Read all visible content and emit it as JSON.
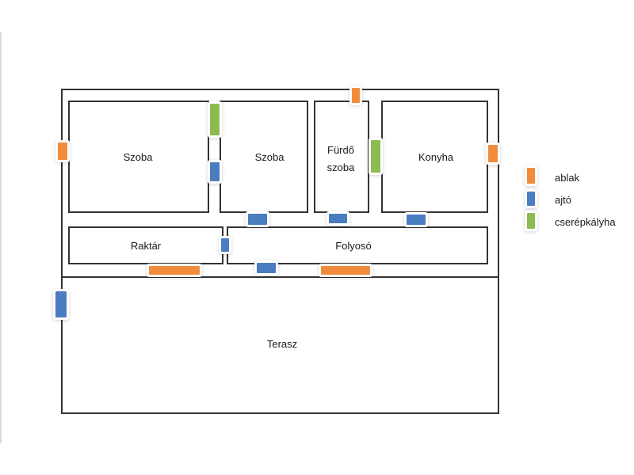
{
  "colors": {
    "window": "#F28C3C",
    "door": "#4A7CC0",
    "stove": "#8DBB4F",
    "wall": "#333333"
  },
  "rooms": {
    "szoba1": "Szoba",
    "szoba2": "Szoba",
    "furdo_line1": "Fürdő",
    "furdo_line2": "szoba",
    "konyha": "Konyha",
    "raktar": "Raktár",
    "folyoso": "Folyosó",
    "terasz": "Terasz"
  },
  "legend": [
    {
      "label": "ablak",
      "color": "#F28C3C"
    },
    {
      "label": "ajtó",
      "color": "#4A7CC0"
    },
    {
      "label": "cserépkályha",
      "color": "#8DBB4F"
    }
  ]
}
